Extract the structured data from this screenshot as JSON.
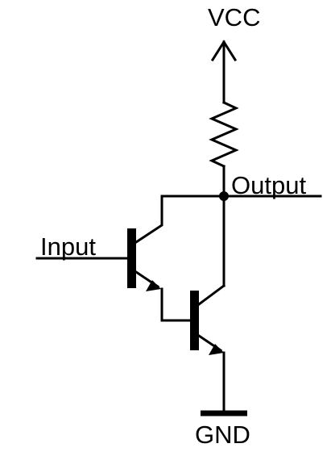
{
  "diagram": {
    "labels": {
      "vcc": "VCC",
      "output": "Output",
      "input": "Input",
      "gnd": "GND"
    },
    "colors": {
      "ink": "#000000",
      "background": "#ffffff"
    }
  }
}
